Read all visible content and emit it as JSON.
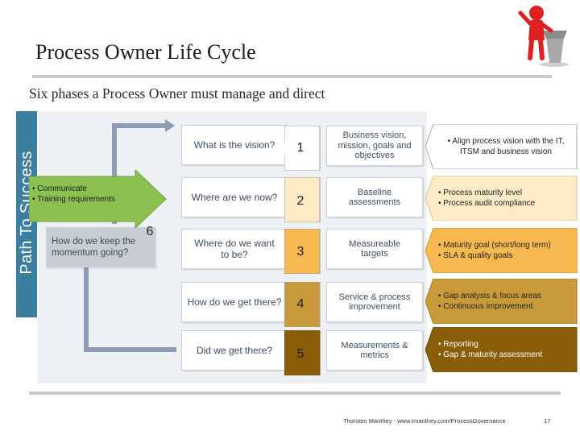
{
  "title": "Process Owner Life Cycle",
  "subtitle": "Six phases a Process Owner must manage and direct",
  "sidebar_label": "Path To Success",
  "diagram": {
    "phases": [
      {
        "number": "1",
        "question": "What is the vision?",
        "activity": "Business vision, mission, goals and objectives",
        "notes": [
          "Align process vision with the IT, ITSM and business vision"
        ],
        "color": "#ffffff"
      },
      {
        "number": "2",
        "question": "Where are we now?",
        "activity": "Baseline assessments",
        "notes": [
          "Process maturity level",
          "Process audit compliance"
        ],
        "color": "#fdebc6"
      },
      {
        "number": "3",
        "question": "Where do we want to be?",
        "activity": "Measureable targets",
        "notes": [
          "Maturity goal (short/long term)",
          "SLA & quality goals"
        ],
        "color": "#f7b850"
      },
      {
        "number": "4",
        "question": "How do we get there?",
        "activity": "Service & process improvement",
        "notes": [
          "Gap analysis & focus areas",
          "Continuous improvement"
        ],
        "color": "#c99a3a"
      },
      {
        "number": "5",
        "question": "Did we get there?",
        "activity": "Measurements & metrics",
        "notes": [
          "Reporting",
          "Gap & maturity assessment"
        ],
        "color": "#8a5d08"
      }
    ],
    "loop": {
      "number": "6",
      "question": "How do we keep the momentum going?",
      "notes": [
        "Communicate",
        "Training requirements"
      ],
      "color": "#8cc152"
    }
  },
  "footer": {
    "credit": "Thorsten Manthey - www.tmanthey.com/ProcessGovernance",
    "page": "17"
  }
}
